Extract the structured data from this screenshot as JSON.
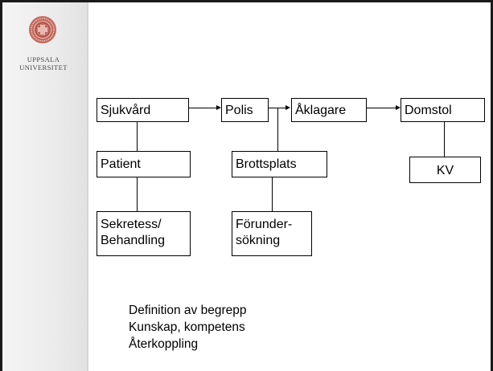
{
  "sidebar": {
    "logo_icon": "uppsala-seal-icon",
    "logo_line1": "UPPSALA",
    "logo_line2": "UNIVERSITET",
    "seal_color": "#b4574a"
  },
  "diagram": {
    "nodes": {
      "sjukvard": "Sjukvård",
      "polis": "Polis",
      "aklagare": "Åklagare",
      "domstol": "Domstol",
      "patient": "Patient",
      "brottsplats": "Brottsplats",
      "kv": "KV",
      "sekretess_line1": "Sekretess/",
      "sekretess_line2": "Behandling",
      "forundersokning_line1": "Förunder-",
      "forundersokning_line2": "sökning"
    }
  },
  "notes": {
    "line1": "Definition av begrepp",
    "line2": "Kunskap, kompetens",
    "line3": "Återkoppling"
  }
}
